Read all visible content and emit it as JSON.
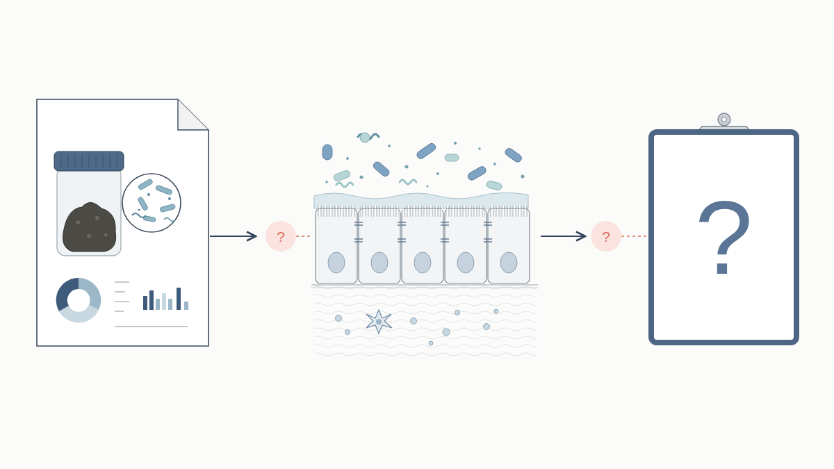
{
  "diagram": {
    "nodes": [
      {
        "text": [
          "?"
        ]
      },
      {
        "text": [
          "?"
        ]
      },
      {
        "text": [
          "?"
        ]
      }
    ],
    "edges": [
      {
        "from": 1,
        "to": 2,
        "arrow": "none"
      }
    ]
  }
}
